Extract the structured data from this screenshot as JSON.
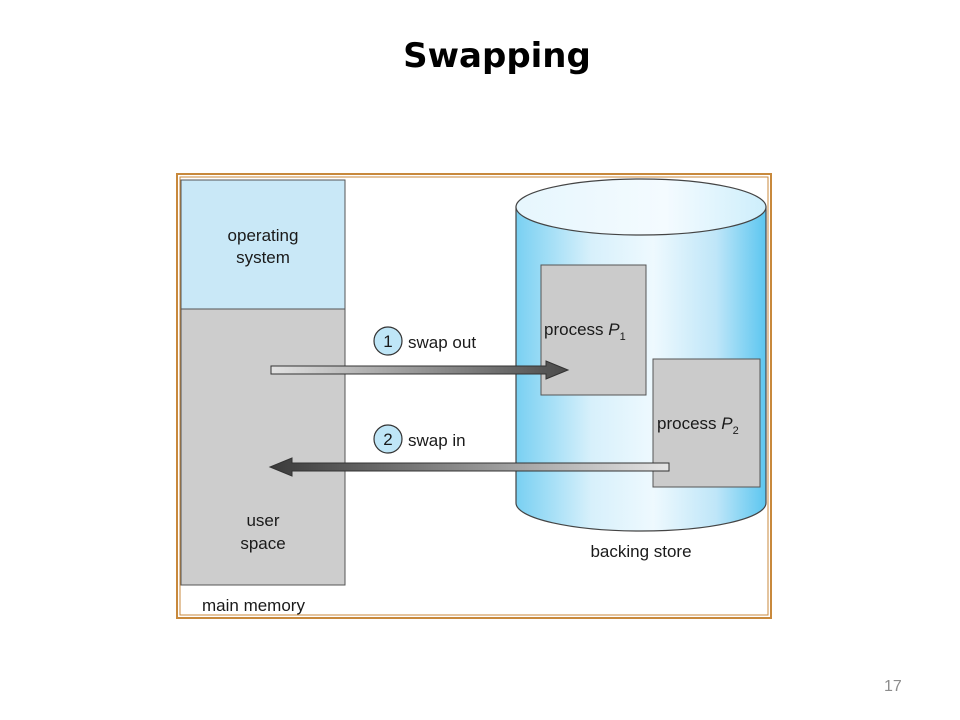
{
  "slide": {
    "title": "Swapping",
    "page_number": "17"
  },
  "diagram": {
    "main_memory": {
      "os_label_line1": "operating",
      "os_label_line2": "system",
      "user_label_line1": "user",
      "user_label_line2": "space",
      "caption": "main memory"
    },
    "backing_store": {
      "caption": "backing store",
      "process1_prefix": "process ",
      "process1_var": "P",
      "process1_sub": "1",
      "process2_prefix": "process ",
      "process2_var": "P",
      "process2_sub": "2"
    },
    "steps": [
      {
        "number": "1",
        "label": "swap out"
      },
      {
        "number": "2",
        "label": "swap in"
      }
    ],
    "colors": {
      "frame_border": "#c8893c",
      "os_fill": "#c9e8f7",
      "user_fill": "#cdcdcd",
      "cylinder_light": "#eaf7fd",
      "cylinder_dark": "#6fcdf2",
      "process_fill": "#cbcbcb",
      "step_circle": "#bfe6f7"
    }
  }
}
